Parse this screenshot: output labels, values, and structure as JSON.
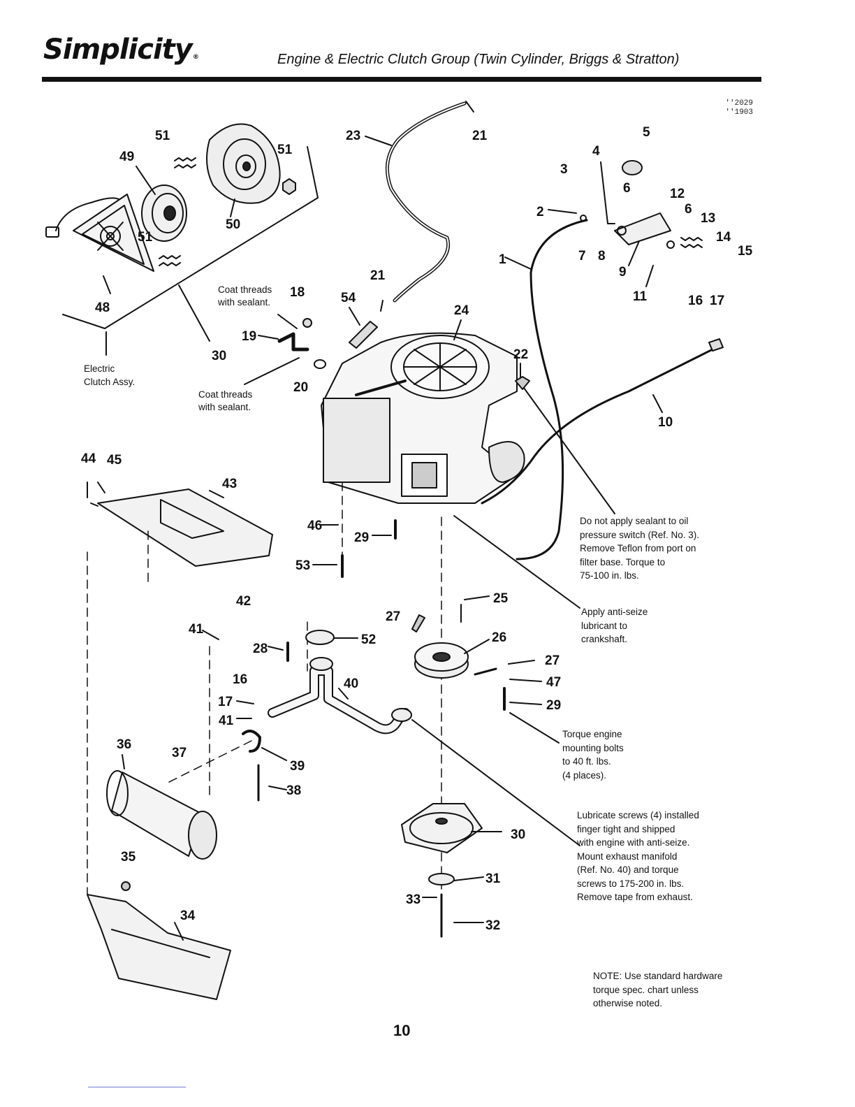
{
  "header": {
    "brand": "Simplicity",
    "title": "Engine & Electric Clutch Group (Twin Cylinder, Briggs & Stratton)",
    "ref_codes": [
      "''2029",
      "''1903"
    ]
  },
  "part_numbers": [
    "1",
    "2",
    "3",
    "4",
    "5",
    "6",
    "6",
    "7",
    "8",
    "9",
    "10",
    "11",
    "12",
    "13",
    "14",
    "15",
    "16",
    "17",
    "16",
    "17",
    "18",
    "19",
    "20",
    "21",
    "21",
    "22",
    "23",
    "24",
    "25",
    "26",
    "27",
    "27",
    "28",
    "29",
    "29",
    "30",
    "30",
    "31",
    "32",
    "33",
    "34",
    "35",
    "36",
    "37",
    "38",
    "39",
    "40",
    "41",
    "41",
    "42",
    "43",
    "44",
    "45",
    "46",
    "47",
    "48",
    "49",
    "50",
    "51",
    "51",
    "51",
    "52",
    "53",
    "54"
  ],
  "labels": {
    "electric_clutch_assy": [
      "Electric",
      "Clutch Assy."
    ],
    "coat_threads_upper": [
      "Coat threads",
      "with sealant."
    ],
    "coat_threads_lower": [
      "Coat threads",
      "with sealant."
    ]
  },
  "notes": {
    "oil_switch": [
      "Do not apply sealant to oil",
      "pressure switch (Ref. No. 3).",
      "Remove Teflon from port on",
      "filter base. Torque to",
      "75-100 in. lbs."
    ],
    "anti_seize": [
      "Apply anti-seize",
      "lubricant to",
      "crankshaft."
    ],
    "torque_mount": [
      "Torque engine",
      "mounting bolts",
      "to 40 ft. lbs.",
      "(4 places)."
    ],
    "lubricate_screws": [
      "Lubricate screws (4) installed",
      "finger tight and shipped",
      "with engine with anti-seize.",
      "Mount exhaust manifold",
      "(Ref. No. 40) and torque",
      "screws to 175-200 in. lbs.",
      "Remove tape from exhaust."
    ],
    "hardware": [
      "NOTE: Use standard hardware",
      "torque spec. chart unless",
      "otherwise noted."
    ]
  },
  "page_number": "10"
}
